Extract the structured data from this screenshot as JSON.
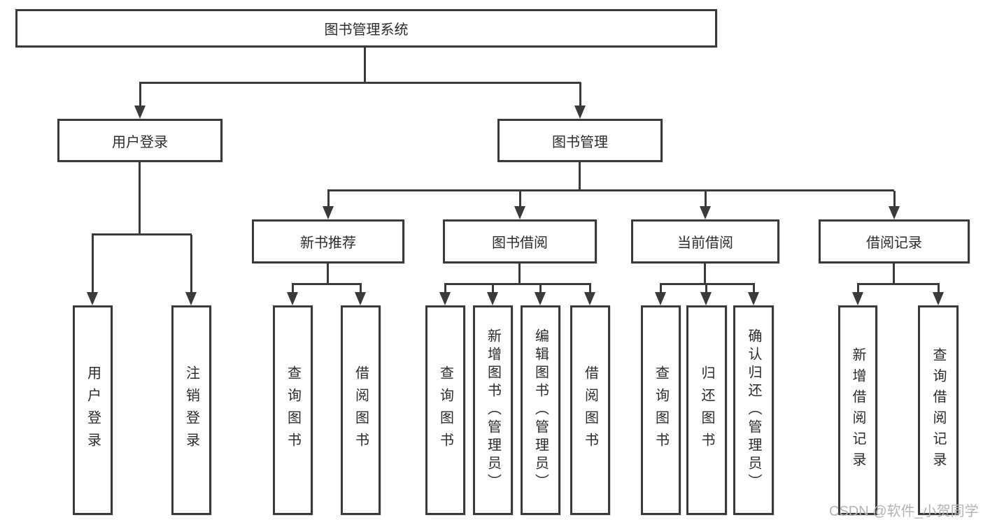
{
  "meta": {
    "background_color": "#ffffff",
    "line_color": "#3a3a3a",
    "text_color": "#2b2b2b",
    "watermark_color": "#b3b3b3"
  },
  "tree": {
    "label": "图书管理系统",
    "children": [
      {
        "label": "用户登录",
        "children": [
          {
            "label": "用户登录"
          },
          {
            "label": "注销登录"
          }
        ]
      },
      {
        "label": "图书管理",
        "children": [
          {
            "label": "新书推荐",
            "children": [
              {
                "label": "查询图书"
              },
              {
                "label": "借阅图书"
              }
            ]
          },
          {
            "label": "图书借阅",
            "children": [
              {
                "label": "查询图书"
              },
              {
                "label": "新增图书（管理员）"
              },
              {
                "label": "编辑图书（管理员）"
              },
              {
                "label": "借阅图书"
              }
            ]
          },
          {
            "label": "当前借阅",
            "children": [
              {
                "label": "查询图书"
              },
              {
                "label": "归还图书"
              },
              {
                "label": "确认归还（管理员）"
              }
            ]
          },
          {
            "label": "借阅记录",
            "children": [
              {
                "label": "新增借阅记录"
              },
              {
                "label": "查询借阅记录"
              }
            ]
          }
        ]
      }
    ]
  },
  "watermark": {
    "text": "CSDN @软件_小贺同学"
  }
}
